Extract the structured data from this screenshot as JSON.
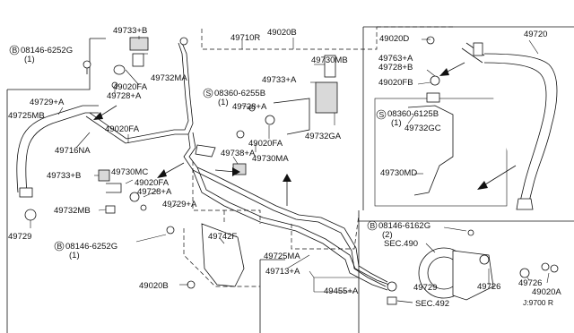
{
  "diagram": {
    "labels": {
      "p49733b_top": "49733+B",
      "p08146_6252g_top": "08146-6252G",
      "p08146_6252g_top_qty": "(1)",
      "p49732ma": "49732MA",
      "p49020fa_1": "49020FA",
      "p49728a_1": "49728+A",
      "p49710r": "49710R",
      "p49020b_top": "49020B",
      "p49020d": "49020D",
      "p49720": "49720",
      "p49730mb": "49730MB",
      "p49733a": "49733+A",
      "p08360_6255b": "08360-6255B",
      "p08360_6255b_qty": "(1)",
      "p49728a_2": "49728+A",
      "p49020fa_2": "49020FA",
      "p49732ga": "49732GA",
      "p49763a": "49763+A",
      "p49728b": "49728+B",
      "p49020fb": "49020FB",
      "p08360_6125b": "08360-6125B",
      "p08360_6125b_qty": "(1)",
      "p49732gc": "49732GC",
      "p49729a_1": "49729+A",
      "p49725mb": "49725MB",
      "p49020fa_3": "49020FA",
      "p49716na": "49716NA",
      "p49738a": "49738+A",
      "p49730ma": "49730MA",
      "p49730md": "49730MD",
      "p49733b_mid": "49733+B",
      "p49730mc": "49730MC",
      "p49020fa_4": "49020FA",
      "p49728a_3": "49728+A",
      "p49732mb": "49732MB",
      "p49729a_2": "49729+A",
      "p49729_left": "49729",
      "p08146_6252g_bot": "08146-6252G",
      "p08146_6252g_bot_qty": "(1)",
      "p49742f": "49742F",
      "p49725ma": "49725MA",
      "p49020b_bot": "49020B",
      "p49713a": "49713+A",
      "p49455a": "49455+A",
      "p49729_bot": "49729",
      "sec492": "SEC.492",
      "p08146_6162g": "08146-6162G",
      "p08146_6162g_qty": "(2)",
      "sec490": "SEC.490",
      "p49726_1": "49726",
      "p49726_2": "49726",
      "p49020a": "49020A",
      "diagram_code": "J:9700 R"
    }
  }
}
